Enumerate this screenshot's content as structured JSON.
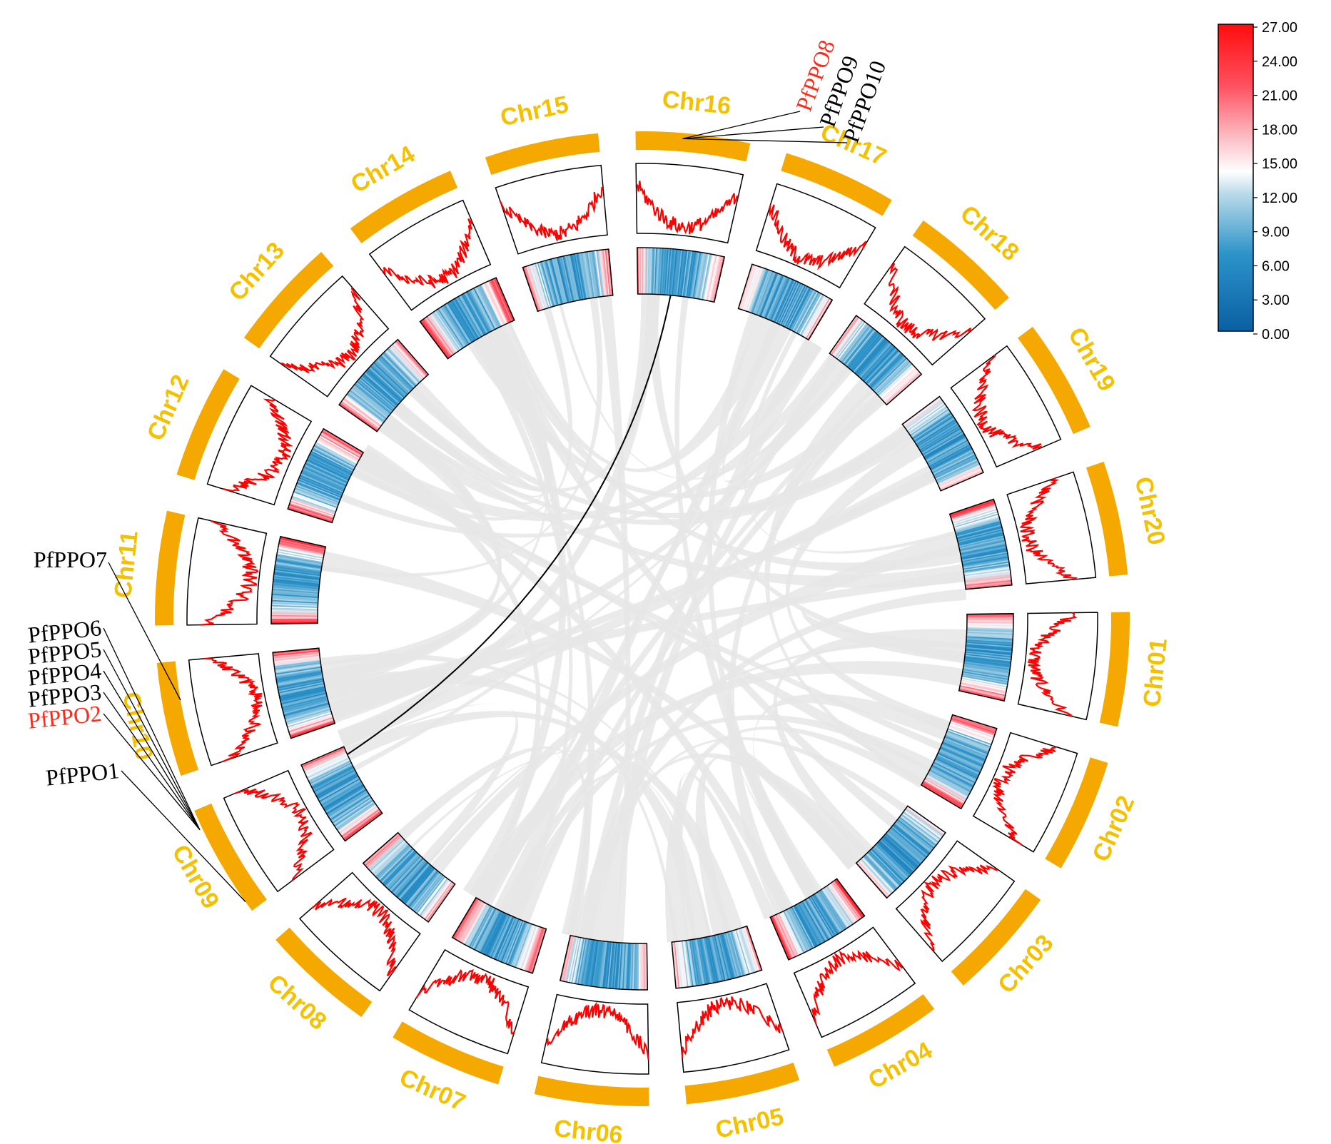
{
  "chromosomes": [
    "Chr01",
    "Chr02",
    "Chr03",
    "Chr04",
    "Chr05",
    "Chr06",
    "Chr07",
    "Chr08",
    "Chr09",
    "Chr10",
    "Chr11",
    "Chr12",
    "Chr13",
    "Chr14",
    "Chr15",
    "Chr16",
    "Chr17",
    "Chr18",
    "Chr19",
    "Chr20"
  ],
  "genes": [
    {
      "name": "PfPPO1",
      "chr": "Chr09",
      "color": "#000000"
    },
    {
      "name": "PfPPO2",
      "chr": "Chr09",
      "color": "#ff2a1a"
    },
    {
      "name": "PfPPO3",
      "chr": "Chr09",
      "color": "#000000"
    },
    {
      "name": "PfPPO4",
      "chr": "Chr09",
      "color": "#000000"
    },
    {
      "name": "PfPPO5",
      "chr": "Chr09",
      "color": "#000000"
    },
    {
      "name": "PfPPO6",
      "chr": "Chr09",
      "color": "#000000"
    },
    {
      "name": "PfPPO7",
      "chr": "Chr10",
      "color": "#000000"
    },
    {
      "name": "PfPPO8",
      "chr": "Chr16",
      "color": "#ff2a1a"
    },
    {
      "name": "PfPPO9",
      "chr": "Chr16",
      "color": "#000000"
    },
    {
      "name": "PfPPO10",
      "chr": "Chr16",
      "color": "#000000"
    }
  ],
  "highlighted_link": {
    "from": "PfPPO2",
    "to": "PfPPO8"
  },
  "legend": {
    "ticks": [
      "27.00",
      "24.00",
      "21.00",
      "18.00",
      "15.00",
      "12.00",
      "9.00",
      "6.00",
      "3.00",
      "0.00"
    ],
    "min": 0,
    "max": 27
  },
  "colors": {
    "chromosome_band": "#f5a800",
    "chromosome_label": "#f5c000",
    "synteny_link": "#e6e6e6",
    "highlight_link": "#000000",
    "density_line": "#ff0000",
    "heat_low": "#0a6fb0",
    "heat_mid": "#ffffff",
    "heat_high": "#ff1a1a"
  }
}
